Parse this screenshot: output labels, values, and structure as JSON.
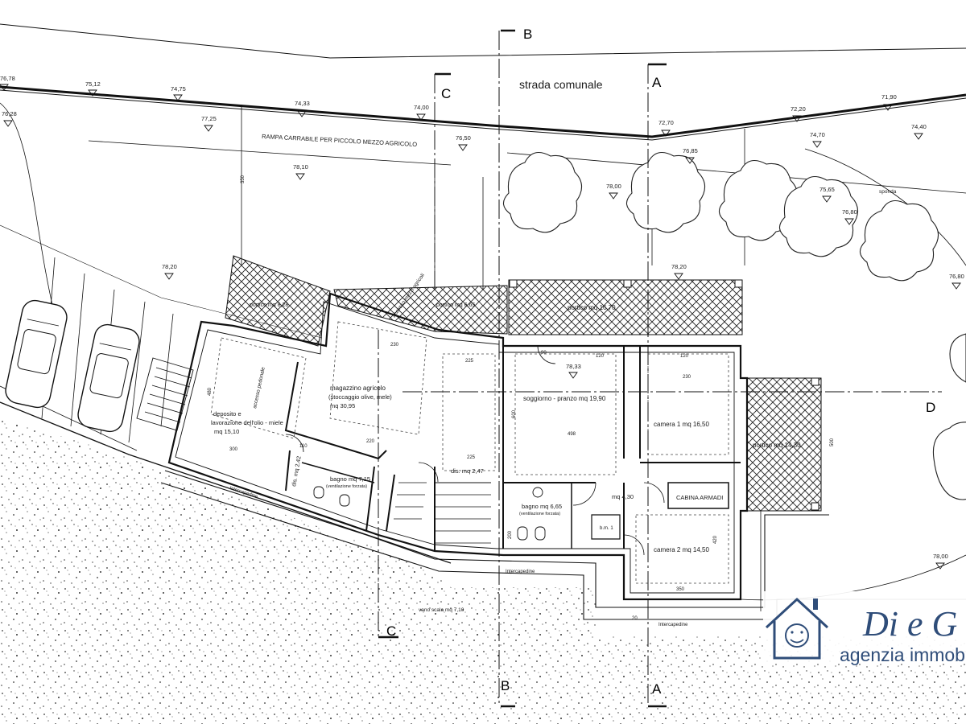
{
  "sections": {
    "a_top": "A",
    "a_bottom": "A",
    "b_top": "B",
    "b_bottom": "B",
    "c_top": "C",
    "c_bottom": "C",
    "d_right": "D"
  },
  "road": {
    "label": "strada comunale",
    "ramp": "RAMPA CARRABILE PER PICCOLO MEZZO AGRICOLO"
  },
  "elevations": [
    "76,78",
    "75,12",
    "74,75",
    "74,33",
    "74,00",
    "72,70",
    "72,20",
    "71,90",
    "76,28",
    "77,25",
    "76,50",
    "76,85",
    "74,70",
    "74,40",
    "78,10",
    "78,00",
    "75,65",
    "76,80",
    "78,20",
    "78,20",
    "78,33",
    "76,80",
    "78,00"
  ],
  "rooms": {
    "portico_1": "portico mq 8,28",
    "portico_2": "portico mq 6,65",
    "portico_3": "portico mq 16,70",
    "portico_4": "portico mq 14,30",
    "magazzino_1": "magazzino agricolo",
    "magazzino_2": "(stoccaggio olive, mele)",
    "magazzino_3": "mq 30,95",
    "deposito_1": "deposito e",
    "deposito_2": "lavorazione dell'olio - miele",
    "deposito_3": "mq 15,10",
    "soggiorno": "soggiorno - pranzo  mq 19,90",
    "camera1": "camera 1  mq 16,50",
    "camera2": "camera 2  mq 14,50",
    "cabina": "CABINA ARMADI",
    "dis1": "dis. mq 2,42",
    "dis2": "dis. mq 2,47",
    "dis3": "mq 4,30",
    "bagno1": "bagno mq 7,15",
    "bagno1_note": "(ventilazione forzata)",
    "bagno2": "bagno mq 6,65",
    "bagno2_note": "(ventilazione forzata)",
    "vano_scala": "vano scala mq 7,10",
    "intercapedine": "Intercapedine",
    "accesso_pedonale": "accesso pedonale",
    "accesso_mezzi": "accesso mezzi agricoli",
    "sponda": "sponda",
    "bm": "b.m. 1"
  },
  "dims": [
    "230",
    "225",
    "120",
    "120",
    "230",
    "90",
    "498",
    "350",
    "225",
    "110",
    "220",
    "500",
    "600",
    "200",
    "300",
    "420",
    "350",
    "480",
    "20"
  ],
  "logo": {
    "script": "Di e G",
    "subtitle": "agenzia immobiliare",
    "accent": "#2f4d79"
  }
}
